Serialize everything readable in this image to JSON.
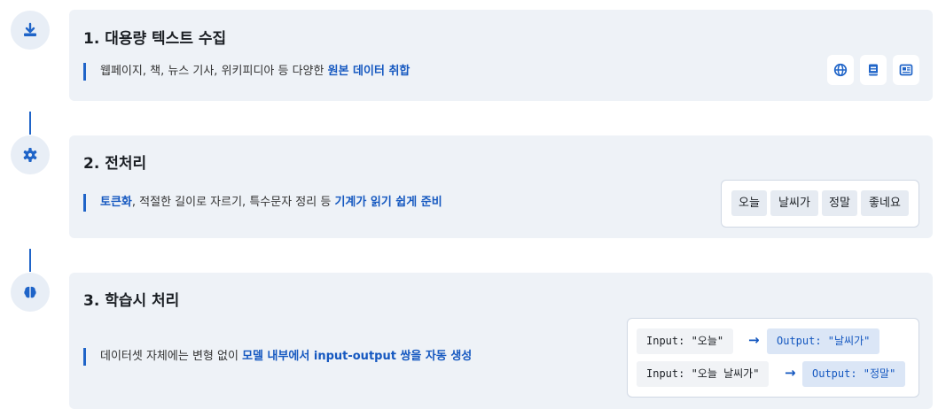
{
  "steps": [
    {
      "title": "1. 대용량 텍스트 수집",
      "desc_plain": "웹페이지, 책, 뉴스 기사, 위키피디아 등 다양한 ",
      "desc_highlight": "원본 데이터 취합",
      "step_icon": "download-icon",
      "source_icons": [
        "globe-icon",
        "book-icon",
        "newspaper-icon"
      ]
    },
    {
      "title": "2. 전처리",
      "desc_highlight_1": "토큰화",
      "desc_plain": ", 적절한 길이로 자르기, 특수문자 정리 등 ",
      "desc_highlight_2": "기계가 읽기 쉽게 준비",
      "step_icon": "gear-icon",
      "tokens": [
        "오늘",
        "날씨가",
        "정말",
        "좋네요"
      ]
    },
    {
      "title": "3. 학습시 처리",
      "desc_plain": "데이터셋 자체에는 변형 없이 ",
      "desc_highlight": "모델 내부에서 input-output 쌍을 자동 생성",
      "step_icon": "brain-icon",
      "pairs": [
        {
          "input": "Input: \"오늘\"",
          "output": "Output: \"날씨가\""
        },
        {
          "input": "Input: \"오늘 날씨가\"",
          "output": "Output: \"정말\""
        }
      ],
      "arrow": "→"
    }
  ],
  "colors": {
    "accent": "#1f64c8",
    "highlight_text": "#1558c0",
    "card_bg": "#eef2f7",
    "icon_circle_bg": "#e8eef6"
  }
}
